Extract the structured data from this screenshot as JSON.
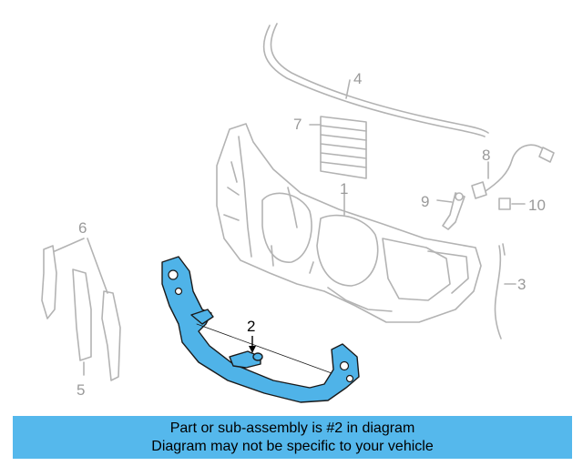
{
  "diagram": {
    "callouts": {
      "c1": "1",
      "c2": "2",
      "c3": "3",
      "c4": "4",
      "c5": "5",
      "c6": "6",
      "c7": "7",
      "c8": "8",
      "c9": "9",
      "c10": "10"
    },
    "highlighted_part": "2",
    "colors": {
      "highlight": "#4fb3e8",
      "line": "#b3b3b3",
      "banner": "#55b8ec"
    }
  },
  "banner": {
    "line1": "Part or sub-assembly is #2 in diagram",
    "line2": "Diagram may not be specific to your vehicle"
  }
}
